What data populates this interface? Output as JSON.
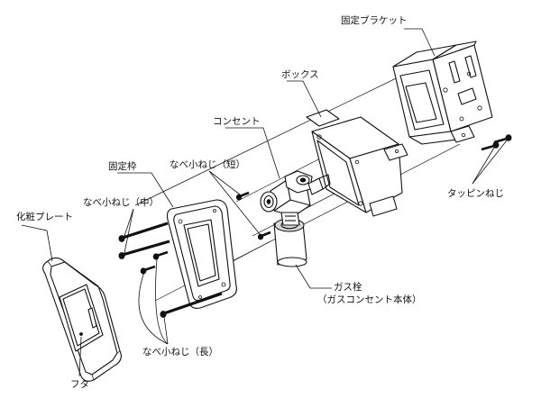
{
  "diagram": {
    "labels": {
      "bracket": "固定ブラケット",
      "box": "ボックス",
      "outlet": "コンセント",
      "frame": "固定枠",
      "screw_short": "なべ小ねじ（短）",
      "screw_mid": "なべ小ねじ（中）",
      "plate": "化粧プレート",
      "tapping_screw": "タッピンねじ",
      "gas_valve_1": "ガス栓",
      "gas_valve_2": "（ガスコンセント本体）",
      "screw_long": "なべ小ねじ（長）",
      "lid": "フタ"
    }
  }
}
